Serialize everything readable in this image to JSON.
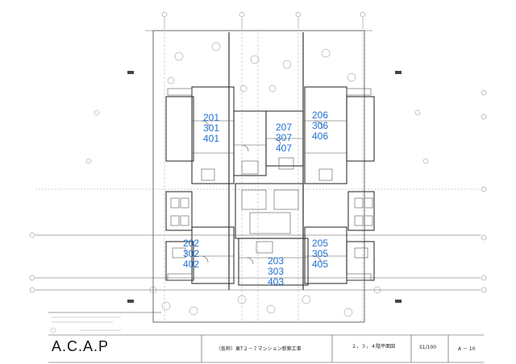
{
  "units": {
    "west_top": [
      "201",
      "301",
      "401"
    ],
    "center_top": [
      "207",
      "307",
      "407"
    ],
    "east_top": [
      "206",
      "306",
      "406"
    ],
    "west_bottom": [
      "202",
      "302",
      "402"
    ],
    "center_bottom": [
      "203",
      "303",
      "403"
    ],
    "east_bottom": [
      "205",
      "305",
      "405"
    ]
  },
  "title_block": {
    "company": "A.C.A.P",
    "project": "（仮称）東T２－７マンション新築工事",
    "drawing": "２，３，４階平面図",
    "sheet_range": "S1/100",
    "sheet_no": "A － 10"
  },
  "colors": {
    "line": "#4a4a4a",
    "unit_label": "#1e6fd0"
  }
}
